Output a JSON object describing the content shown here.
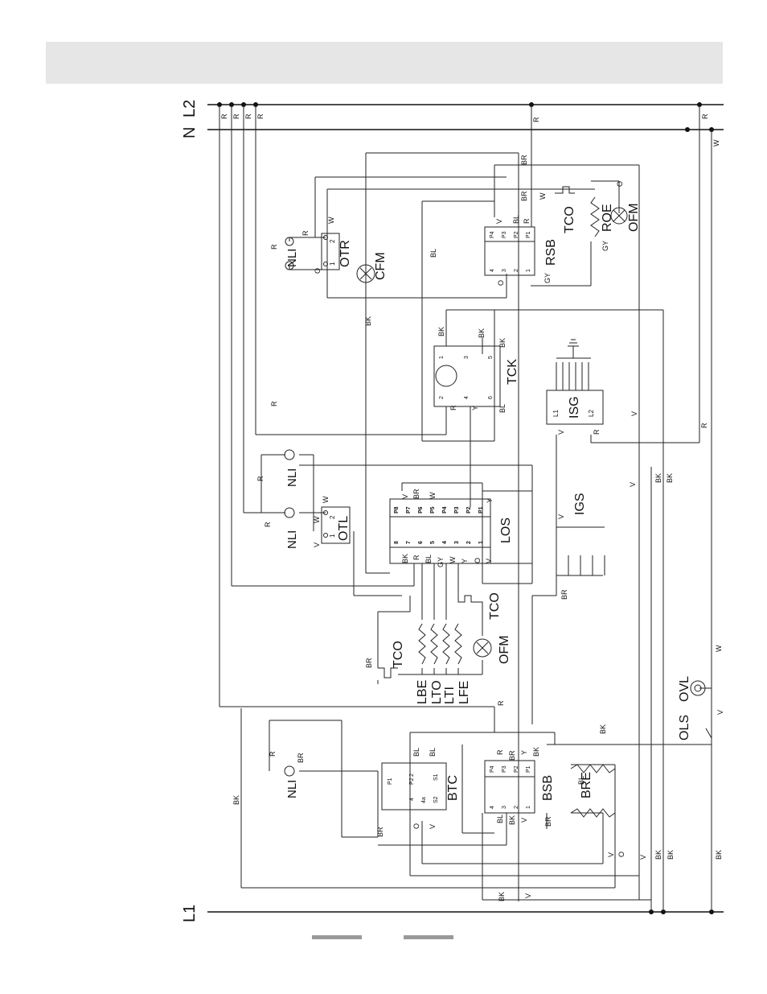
{
  "bus_labels": {
    "n": "N",
    "l2": "L2",
    "l1": "L1"
  },
  "components": {
    "nli_top": "NLI",
    "otr": "OTR",
    "cfm": "CFM",
    "rsb": "RSB",
    "tco_top": "TCO",
    "roe": "ROE",
    "ofm_top": "OFM",
    "tck": "TCK",
    "isg": "ISG",
    "isg_l1": "L1",
    "isg_l2": "L2",
    "nli_mid_a": "NLI",
    "nli_mid_b": "NLI",
    "otl": "OTL",
    "los": "LOS",
    "igs": "IGS",
    "tco_mid": "TCO",
    "tco_left": "TCO",
    "ofm_mid": "OFM",
    "lbe": "LBE",
    "lto": "LTO",
    "lti": "LTI",
    "lfe": "LFE",
    "ovl": "OVL",
    "ols": "OLS",
    "nli_bot": "NLI",
    "btc": "BTC",
    "bsb": "BSB",
    "bre": "BRE"
  },
  "wire_codes": {
    "r": "R",
    "w": "W",
    "o": "O",
    "v": "V",
    "bk": "BK",
    "br": "BR",
    "bl": "BL",
    "gy": "GY",
    "y": "Y"
  },
  "terminals": {
    "los_top": [
      "P8",
      "P7",
      "P6",
      "P5",
      "P4",
      "P3",
      "P2",
      "P1"
    ],
    "los_bottom": [
      "8",
      "7",
      "6",
      "5",
      "4",
      "3",
      "2",
      "1"
    ],
    "rsb_top": [
      "P4",
      "P3",
      "P2",
      "P1"
    ],
    "rsb_bottom": [
      "4",
      "3",
      "2",
      "1"
    ],
    "bsb_top": [
      "P4",
      "P3",
      "P2",
      "P1"
    ],
    "bsb_bottom": [
      "4",
      "3",
      "2",
      "1"
    ],
    "tck": [
      "1",
      "2",
      "3",
      "4",
      "5",
      "6"
    ],
    "otr": [
      "2",
      "1"
    ],
    "otl": [
      "2",
      "1"
    ],
    "btc": [
      "P1",
      "2",
      "P2",
      "S1",
      "4",
      "4a",
      "S2"
    ]
  },
  "colors": {
    "header_band": "#e6e6e6",
    "footer_bar": "#9a9a9a",
    "ink": "#111111"
  }
}
